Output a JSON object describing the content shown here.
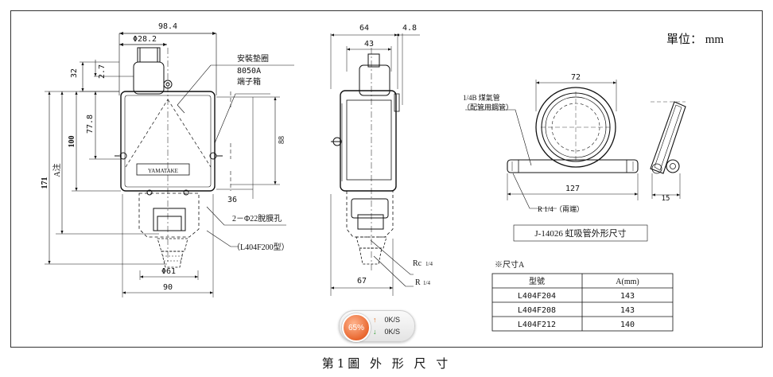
{
  "units_label": "單位： mm",
  "caption": "第1圖 外 形 尺 寸",
  "front_view": {
    "dim_width_top": "98.4",
    "dim_phi_28": "Φ28.2",
    "dim_32": "32",
    "dim_2_7": "2.7",
    "dim_77_8": "77.8",
    "dim_100": "100",
    "dim_171": "171",
    "dim_a_note": "A注",
    "dim_88": "88",
    "dim_36": "36",
    "dim_phi_61": "Φ61",
    "dim_90": "90",
    "brand": "YAMATAKE",
    "label_washer": "安裝墊圈",
    "label_model_8050a": "8050A",
    "label_terminal_box": "端子箱",
    "label_knockout": "2－Φ22脫膜孔",
    "label_l404f200": "（L404F200型）"
  },
  "side_view": {
    "dim_64": "64",
    "dim_43": "43",
    "dim_4_8": "4.8",
    "dim_67": "67",
    "label_rc": "Rc",
    "label_rc_frac": "1/4",
    "label_r": "R",
    "label_r_frac": "1/4"
  },
  "siphon": {
    "dim_72": "72",
    "dim_127": "127",
    "dim_15": "15",
    "label_pipe_top": "1/4B 煤氣管",
    "label_pipe_sub": "（配管用鋼管）",
    "label_r_ends": "R 1/4 （兩端）",
    "title": "J-14026 虹吸管外形尺寸"
  },
  "size_table": {
    "note": "※尺寸A",
    "headers": [
      "型號",
      "A(mm)"
    ],
    "rows": [
      [
        "L404F204",
        "143"
      ],
      [
        "L404F208",
        "143"
      ],
      [
        "L404F212",
        "140"
      ]
    ]
  },
  "speed_widget": {
    "percent": "65%",
    "up_rate": "0K/S",
    "down_rate": "0K/S",
    "accent": "#e9672f"
  }
}
